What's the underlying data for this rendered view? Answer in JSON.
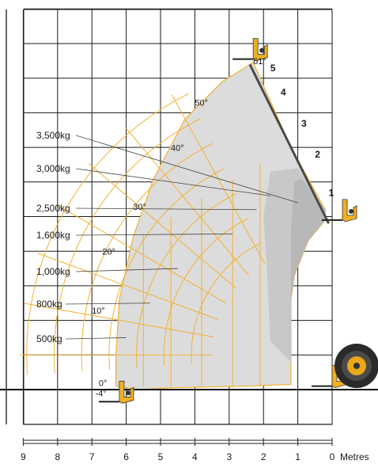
{
  "chart_data": {
    "type": "load-chart",
    "x_unit": "Metres",
    "x_ticks": [
      "9",
      "8",
      "7",
      "6",
      "5",
      "4",
      "3",
      "2",
      "1",
      "0"
    ],
    "x_range": [
      9,
      0
    ],
    "y_range": [
      -1,
      10.5
    ],
    "grid": true,
    "load_zones": [
      {
        "label": "3,500kg",
        "target": [
          1.0,
          5.4
        ]
      },
      {
        "label": "3,000kg",
        "target": [
          1.8,
          5.6
        ]
      },
      {
        "label": "2,500kg",
        "target": [
          2.2,
          5.2
        ]
      },
      {
        "label": "1,600kg",
        "target": [
          2.9,
          4.5
        ]
      },
      {
        "label": "1,000kg",
        "target": [
          4.5,
          3.5
        ]
      },
      {
        "label": "800kg",
        "target": [
          5.3,
          2.5
        ]
      },
      {
        "label": "500kg",
        "target": [
          6.0,
          1.5
        ]
      }
    ],
    "angle_labels": [
      {
        "label": "61°",
        "x": 2.3,
        "y": 9.4
      },
      {
        "label": "50°",
        "x": 4.0,
        "y": 8.2
      },
      {
        "label": "40°",
        "x": 4.7,
        "y": 6.9
      },
      {
        "label": "30°",
        "x": 5.8,
        "y": 5.2
      },
      {
        "label": "20°",
        "x": 6.7,
        "y": 3.9
      },
      {
        "label": "10°",
        "x": 7.0,
        "y": 2.2
      },
      {
        "label": "0°",
        "x": 6.8,
        "y": 0.1
      },
      {
        "label": "-4°",
        "x": 6.9,
        "y": -0.2
      }
    ],
    "extension_labels": [
      {
        "label": "1",
        "x": 0.1,
        "y": 5.6
      },
      {
        "label": "2",
        "x": 0.5,
        "y": 6.7
      },
      {
        "label": "3",
        "x": 0.9,
        "y": 7.6
      },
      {
        "label": "4",
        "x": 1.5,
        "y": 8.5
      },
      {
        "label": "5",
        "x": 1.8,
        "y": 9.2
      }
    ],
    "envelope": [
      [
        2.3,
        9.45
      ],
      [
        3.2,
        8.9
      ],
      [
        4.3,
        7.8
      ],
      [
        5.2,
        6.1
      ],
      [
        5.8,
        4.4
      ],
      [
        6.2,
        2.6
      ],
      [
        6.3,
        1.0
      ],
      [
        6.3,
        0.1
      ],
      [
        5.6,
        0.0
      ],
      [
        4.8,
        0.05
      ],
      [
        2.5,
        0.1
      ],
      [
        1.2,
        0.15
      ],
      [
        1.2,
        2.6
      ],
      [
        1.1,
        3.3
      ],
      [
        0.7,
        4.3
      ],
      [
        0.2,
        4.9
      ],
      [
        0.2,
        5.2
      ],
      [
        1.2,
        7.0
      ],
      [
        2.3,
        9.45
      ]
    ],
    "boom_line": [
      [
        2.4,
        9.4
      ],
      [
        0.1,
        4.8
      ]
    ],
    "ground_y": 0,
    "colors": {
      "grid": "#1a1a1a",
      "envelope_fill": "#dcdcdc",
      "envelope_dark": "#b8b8b8",
      "arc": "#f2b233",
      "boom": "#4a4a4a",
      "forks": "#f0b020"
    }
  }
}
